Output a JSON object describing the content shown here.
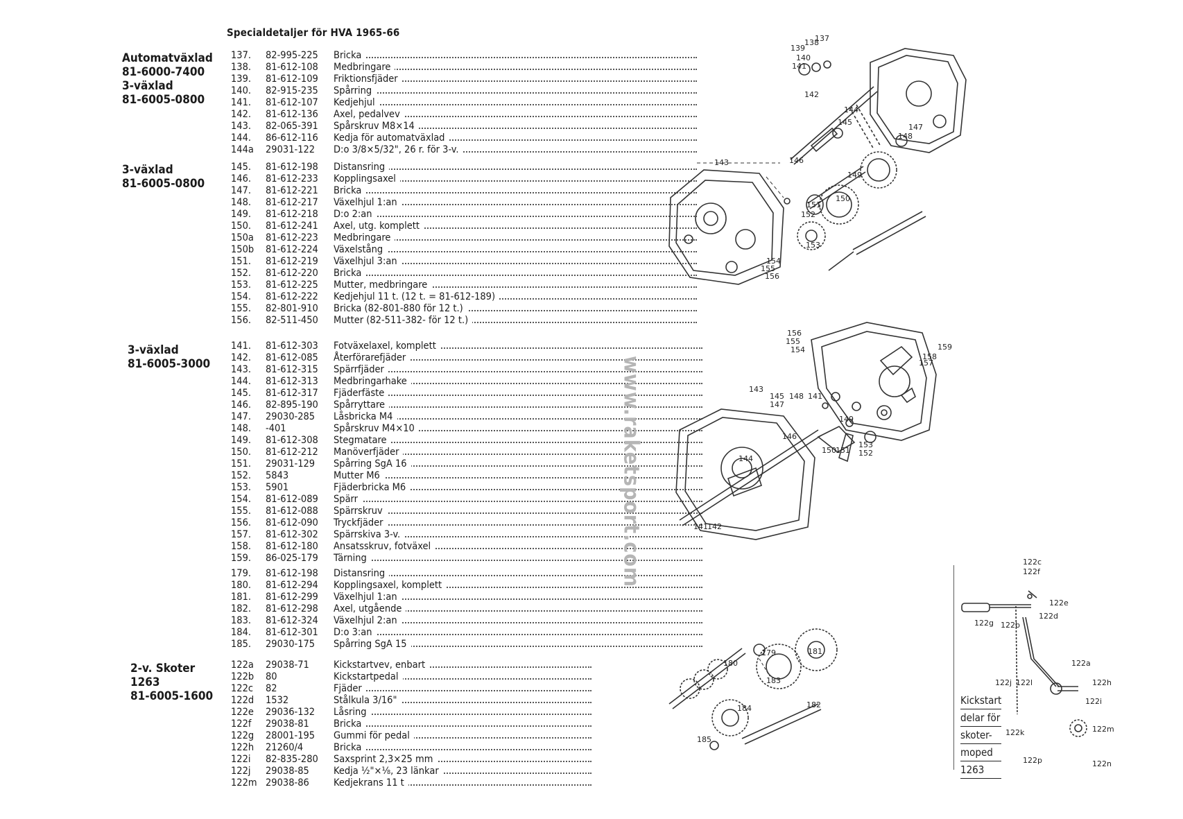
{
  "page_title": "Specialdetaljer för HVA 1965-66",
  "watermark": "www.raketsport.com",
  "sections": [
    {
      "labels": [
        "Automatväxlad",
        "81-6000-7400",
        "3-växlad",
        "81-6005-0800"
      ],
      "rows": [
        [
          "137.",
          "82-995-225",
          "Bricka"
        ],
        [
          "138.",
          "81-612-108",
          "Medbringare"
        ],
        [
          "139.",
          "81-612-109",
          "Friktionsfjäder"
        ],
        [
          "140.",
          "82-915-235",
          "Spårring"
        ],
        [
          "141.",
          "81-612-107",
          "Kedjehjul"
        ],
        [
          "142.",
          "81-612-136",
          "Axel, pedalvev"
        ],
        [
          "143.",
          "82-065-391",
          "Spårskruv M8×14"
        ],
        [
          "144.",
          "86-612-116",
          "Kedja för automatväxlad"
        ],
        [
          "144a",
          "29031-122",
          "D:o 3/8×5/32\", 26 r. för 3-v."
        ]
      ]
    },
    {
      "labels": [
        "3-växlad",
        "81-6005-0800"
      ],
      "rows": [
        [
          "145.",
          "81-612-198",
          "Distansring"
        ],
        [
          "146.",
          "81-612-233",
          "Kopplingsaxel"
        ],
        [
          "147.",
          "81-612-221",
          "Bricka"
        ],
        [
          "148.",
          "81-612-217",
          "Växelhjul 1:an"
        ],
        [
          "149.",
          "81-612-218",
          "D:o 2:an"
        ],
        [
          "150.",
          "81-612-241",
          "Axel, utg. komplett"
        ],
        [
          "150a",
          "81-612-223",
          "Medbringare"
        ],
        [
          "150b",
          "81-612-224",
          "Växelstång"
        ],
        [
          "151.",
          "81-612-219",
          "Växelhjul 3:an"
        ],
        [
          "152.",
          "81-612-220",
          "Bricka"
        ],
        [
          "153.",
          "81-612-225",
          "Mutter, medbringare"
        ],
        [
          "154.",
          "81-612-222",
          "Kedjehjul 11 t. (12 t. = 81-612-189)"
        ],
        [
          "155.",
          "82-801-910",
          "Bricka (82-801-880 för 12 t.)"
        ],
        [
          "156.",
          "82-511-450",
          "Mutter (82-511-382- för 12 t.)"
        ]
      ]
    },
    {
      "labels": [
        "3-växlad",
        "81-6005-3000"
      ],
      "rows": [
        [
          "141.",
          "81-612-303",
          "Fotväxelaxel, komplett"
        ],
        [
          "142.",
          "81-612-085",
          "Återförarefjäder"
        ],
        [
          "143.",
          "81-612-315",
          "Spärrfjäder"
        ],
        [
          "144.",
          "81-612-313",
          "Medbringarhake"
        ],
        [
          "145.",
          "81-612-317",
          "Fjäderfäste"
        ],
        [
          "146.",
          "82-895-190",
          "Spårryttare"
        ],
        [
          "147.",
          "29030-285",
          "Låsbricka M4"
        ],
        [
          "148.",
          "-401",
          "Spårskruv M4×10"
        ],
        [
          "149.",
          "81-612-308",
          "Stegmatare"
        ],
        [
          "150.",
          "81-612-212",
          "Manöverfjäder"
        ],
        [
          "151.",
          "29031-129",
          "Spårring SgA 16"
        ],
        [
          "152.",
          "5843",
          "Mutter M6"
        ],
        [
          "153.",
          "5901",
          "Fjäderbricka M6"
        ],
        [
          "154.",
          "81-612-089",
          "Spärr"
        ],
        [
          "155.",
          "81-612-088",
          "Spärrskruv"
        ],
        [
          "156.",
          "81-612-090",
          "Tryckfjäder"
        ],
        [
          "157.",
          "81-612-302",
          "Spärrskiva 3-v."
        ],
        [
          "158.",
          "81-612-180",
          "Ansatsskruv, fotväxel"
        ],
        [
          "159.",
          "86-025-179",
          "Tärning"
        ]
      ]
    },
    {
      "labels": [],
      "rows": [
        [
          "179.",
          "81-612-198",
          "Distansring"
        ],
        [
          "180.",
          "81-612-294",
          "Kopplingsaxel, komplett"
        ],
        [
          "181.",
          "81-612-299",
          "Växelhjul 1:an"
        ],
        [
          "182.",
          "81-612-298",
          "Axel, utgående"
        ],
        [
          "183.",
          "81-612-324",
          "Växelhjul 2:an"
        ],
        [
          "184.",
          "81-612-301",
          "D:o 3:an"
        ],
        [
          "185.",
          "29030-175",
          "Spårring SgA 15"
        ]
      ]
    },
    {
      "labels": [
        "2-v. Skoter",
        "1263",
        "81-6005-1600"
      ],
      "rows": [
        [
          "122a",
          "29038-71",
          "Kickstartvev, enbart"
        ],
        [
          "122b",
          "80",
          "Kickstartpedal"
        ],
        [
          "122c",
          "82",
          "Fjäder"
        ],
        [
          "122d",
          "1532",
          "Stålkula 3/16\""
        ],
        [
          "122e",
          "29036-132",
          "Låsring"
        ],
        [
          "122f",
          "29038-81",
          "Bricka"
        ],
        [
          "122g",
          "28001-195",
          "Gummi för pedal"
        ],
        [
          "122h",
          "21260/4",
          "Bricka"
        ],
        [
          "122i",
          "82-835-280",
          "Saxsprint 2,3×25 mm"
        ],
        [
          "122j",
          "29038-85",
          "Kedja ½\"×⅛, 23 länkar"
        ],
        [
          "122m",
          "29038-86",
          "Kedjekrans 11 t"
        ]
      ]
    }
  ],
  "diagram_callouts": {
    "top": [
      "137",
      "138",
      "139",
      "140",
      "141",
      "142",
      "143",
      "144",
      "145",
      "146",
      "147",
      "148",
      "149",
      "150",
      "151",
      "152",
      "153",
      "154",
      "155",
      "156"
    ],
    "middle": [
      "141",
      "142",
      "143",
      "144",
      "145",
      "146",
      "147",
      "148",
      "149",
      "150",
      "151",
      "152",
      "153",
      "154",
      "155",
      "156",
      "157",
      "158",
      "159"
    ],
    "bottom": [
      "179",
      "180",
      "181",
      "182",
      "183",
      "184",
      "185"
    ],
    "kick": [
      "122c",
      "122f",
      "122e",
      "122d",
      "122b",
      "122g",
      "122a",
      "122h",
      "122j",
      "122i",
      "122k",
      "122m",
      "122n",
      "122p"
    ]
  },
  "kick_caption": [
    "Kickstart",
    "delar för",
    "skoter-",
    "moped",
    "1263"
  ]
}
